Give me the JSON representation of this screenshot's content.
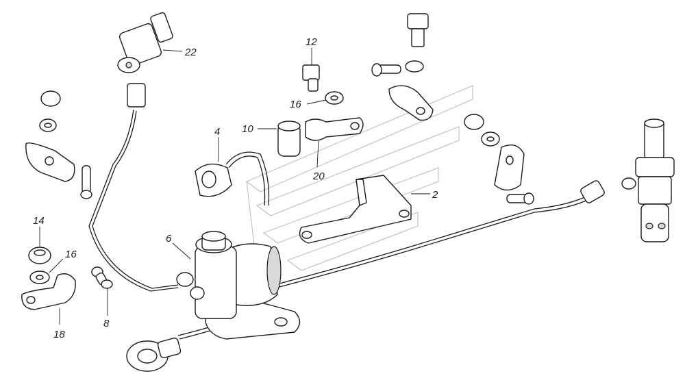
{
  "callouts": {
    "c22": "22",
    "c12": "12",
    "c16a": "16",
    "c10": "10",
    "c4": "4",
    "c20": "20",
    "c2": "2",
    "c6": "6",
    "c14": "14",
    "c16b": "16",
    "c8": "8",
    "c18": "18"
  }
}
